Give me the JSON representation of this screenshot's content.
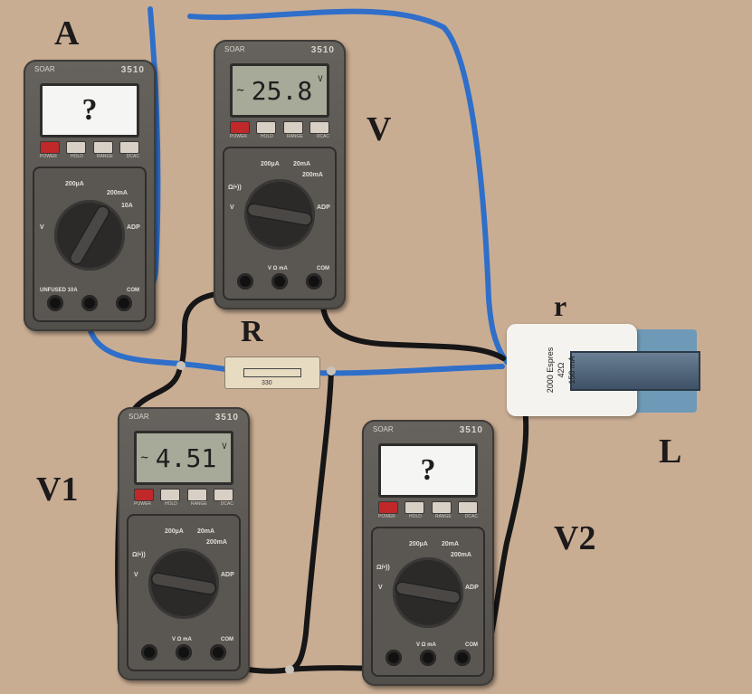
{
  "labels": {
    "ammeter": "A",
    "voltmeter": "V",
    "resistor": "R",
    "inductance_resistance": "r",
    "inductor": "L",
    "voltmeter_1": "V1",
    "voltmeter_2": "V2"
  },
  "meters": {
    "a": {
      "model": "3510",
      "brand": "SOAR",
      "display": "?"
    },
    "v": {
      "model": "3510",
      "brand": "SOAR",
      "display": "25.8",
      "unit": "V"
    },
    "v1": {
      "model": "3510",
      "brand": "SOAR",
      "display": "4.51",
      "unit": "V"
    },
    "v2": {
      "model": "3510",
      "brand": "SOAR",
      "display": "?"
    }
  },
  "meter_text": {
    "buttons": [
      "POWER",
      "HOLD",
      "RANGE",
      "DCAC"
    ],
    "ranges": [
      "200µA",
      "20mA",
      "200mA",
      "10A",
      "Ω/•))",
      "V",
      "ADP"
    ],
    "jacks": [
      "UNFUSED 10A",
      "V Ω mA",
      "COM"
    ]
  },
  "resistor": {
    "value": "330"
  },
  "inductor": {
    "line1": "2000 Espres",
    "line2": "42Ω",
    "line3": "150 mA"
  },
  "colors": {
    "background": "#c9ad93",
    "wire_blue": "#2f6fc9",
    "wire_black": "#161616",
    "power_button": "#c0282a"
  }
}
